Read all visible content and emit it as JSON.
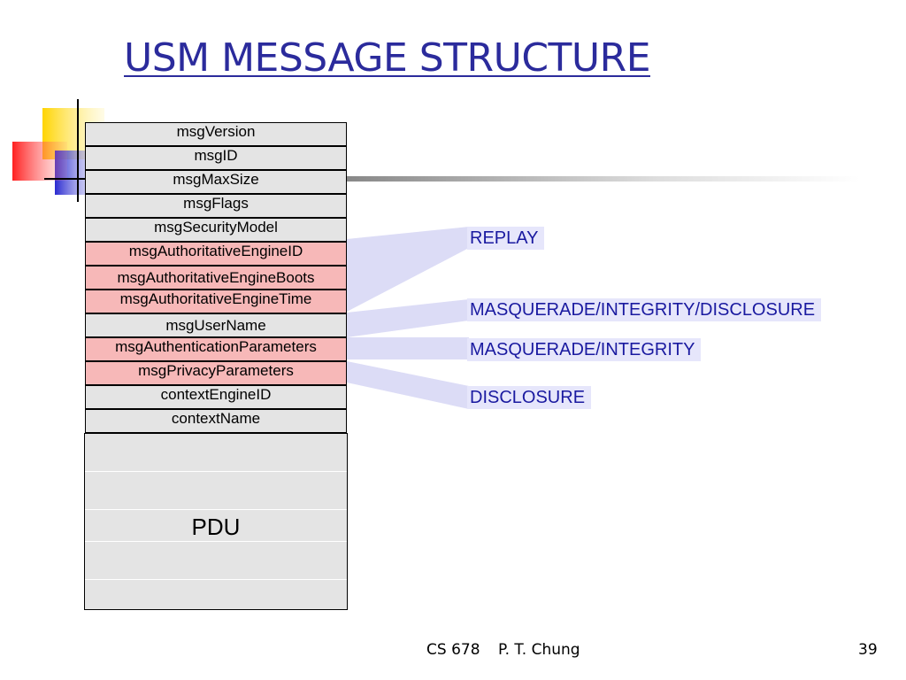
{
  "title": "USM MESSAGE STRUCTURE",
  "fields": [
    {
      "label": "msgVersion",
      "highlight": false
    },
    {
      "label": "msgID",
      "highlight": false
    },
    {
      "label": "msgMaxSize",
      "highlight": false
    },
    {
      "label": "msgFlags",
      "highlight": false
    },
    {
      "label": "msgSecurityModel",
      "highlight": false
    },
    {
      "label": "msgAuthoritativeEngineID",
      "highlight": true
    },
    {
      "label": "msgAuthoritativeEngineBoots",
      "highlight": true
    },
    {
      "label": "msgAuthoritativeEngineTime",
      "highlight": true
    },
    {
      "label": "msgUserName",
      "highlight": false
    },
    {
      "label": "msgAuthenticationParameters",
      "highlight": true
    },
    {
      "label": "msgPrivacyParameters",
      "highlight": true
    },
    {
      "label": "contextEngineID",
      "highlight": false
    },
    {
      "label": "contextName",
      "highlight": false
    }
  ],
  "pdu_label": "PDU",
  "threats": [
    "REPLAY",
    "MASQUERADE/INTEGRITY/DISCLOSURE",
    "MASQUERADE/INTEGRITY",
    "DISCLOSURE"
  ],
  "colors": {
    "title": "#2b2b9c",
    "field_bg": "#e4e4e4",
    "field_highlight": "#f7b8b8",
    "threat_bg": "#e6e6fb",
    "threat_text": "#1a1aa0"
  },
  "footer": {
    "course": "CS 678",
    "author": "P. T. Chung",
    "page": "39"
  }
}
